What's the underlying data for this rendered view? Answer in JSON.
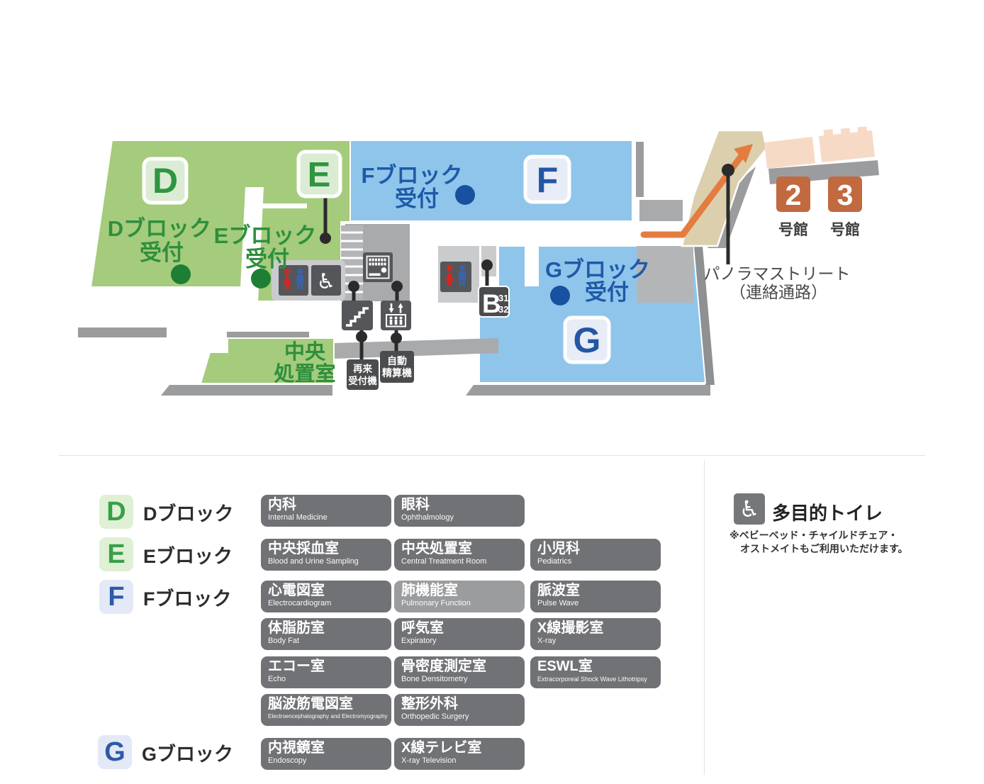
{
  "map": {
    "blocks": {
      "d": {
        "badge": "D",
        "reception": [
          "Dブロック",
          "受付"
        ]
      },
      "e": {
        "badge": "E",
        "reception": [
          "Eブロック",
          "受付"
        ]
      },
      "f": {
        "badge": "F",
        "reception": [
          "Fブロック",
          "受付"
        ]
      },
      "g": {
        "badge": "G",
        "reception": [
          "Gブロック",
          "受付"
        ]
      }
    },
    "areas": {
      "central_treatment": [
        "中央",
        "処置室"
      ]
    },
    "machines": {
      "revisit": [
        "再来",
        "受付機"
      ],
      "payment": [
        "自動",
        "精算機"
      ]
    },
    "room_b": {
      "letter": "B",
      "numbers": [
        "31",
        "32"
      ]
    },
    "panorama": {
      "lines": [
        "パノラマストリート",
        "（連絡通路）"
      ]
    },
    "buildings": [
      {
        "number": "2",
        "suffix": "号館"
      },
      {
        "number": "3",
        "suffix": "号館"
      }
    ]
  },
  "legend": {
    "blocks": [
      {
        "letter": "D",
        "label": "Dブロック"
      },
      {
        "letter": "E",
        "label": "Eブロック"
      },
      {
        "letter": "F",
        "label": "Fブロック"
      },
      {
        "letter": "G",
        "label": "Gブロック"
      }
    ],
    "rooms": [
      {
        "jp": "内科",
        "en": "Internal Medicine"
      },
      {
        "jp": "眼科",
        "en": "Ophthalmology"
      },
      {
        "jp": "中央採血室",
        "en": "Blood and Urine Sampling"
      },
      {
        "jp": "中央処置室",
        "en": "Central Treatment Room"
      },
      {
        "jp": "小児科",
        "en": "Pediatrics"
      },
      {
        "jp": "心電図室",
        "en": "Electrocardiogram"
      },
      {
        "jp": "肺機能室",
        "en": "Pulmonary Function"
      },
      {
        "jp": "脈波室",
        "en": "Pulse Wave"
      },
      {
        "jp": "体脂肪室",
        "en": "Body Fat"
      },
      {
        "jp": "呼気室",
        "en": "Expiratory"
      },
      {
        "jp": "X線撮影室",
        "en": "X-ray"
      },
      {
        "jp": "エコー室",
        "en": "Echo"
      },
      {
        "jp": "骨密度測定室",
        "en": "Bone Densitometry"
      },
      {
        "jp": "ESWL室",
        "en": "Extracorporeal Shock Wave Lithotripsy"
      },
      {
        "jp": "脳波筋電図室",
        "en": "Electroencephalography and Electromyography"
      },
      {
        "jp": "整形外科",
        "en": "Orthopedic Surgery"
      },
      {
        "jp": "内視鏡室",
        "en": "Endoscopy"
      },
      {
        "jp": "X線テレビ室",
        "en": "X-ray Television"
      }
    ],
    "toilet": {
      "title": "多目的トイレ",
      "note": [
        "※ベビーベッド・チャイルドチェア・",
        "オストメイトもご利用いただけます。"
      ]
    }
  },
  "icons": {
    "wheelchair": "♿",
    "arrow_down": "↓",
    "arrow_up": "↑"
  },
  "colors": {
    "block_green": "#a5cb7c",
    "green_text": "#2e8f3d",
    "green_dot": "#1e7e35",
    "block_blue": "#8fc5eb",
    "blue_text": "#1e5aa8",
    "blue_dot": "#17519f",
    "corridor_gray": "#a9aaac",
    "pad_gray": "#cacbcd",
    "shadow_gray": "#9b9c9e",
    "icon_dark": "#55565a",
    "label_box": "#4b4c4e",
    "walkway_beige": "#dbcfae",
    "building_pink": "#f7dac6",
    "building_badge_orange": "#c2693f",
    "route_orange": "#e47c40",
    "legend_box_gray": "#717275",
    "legend_box_light": "#9b9c9e"
  }
}
